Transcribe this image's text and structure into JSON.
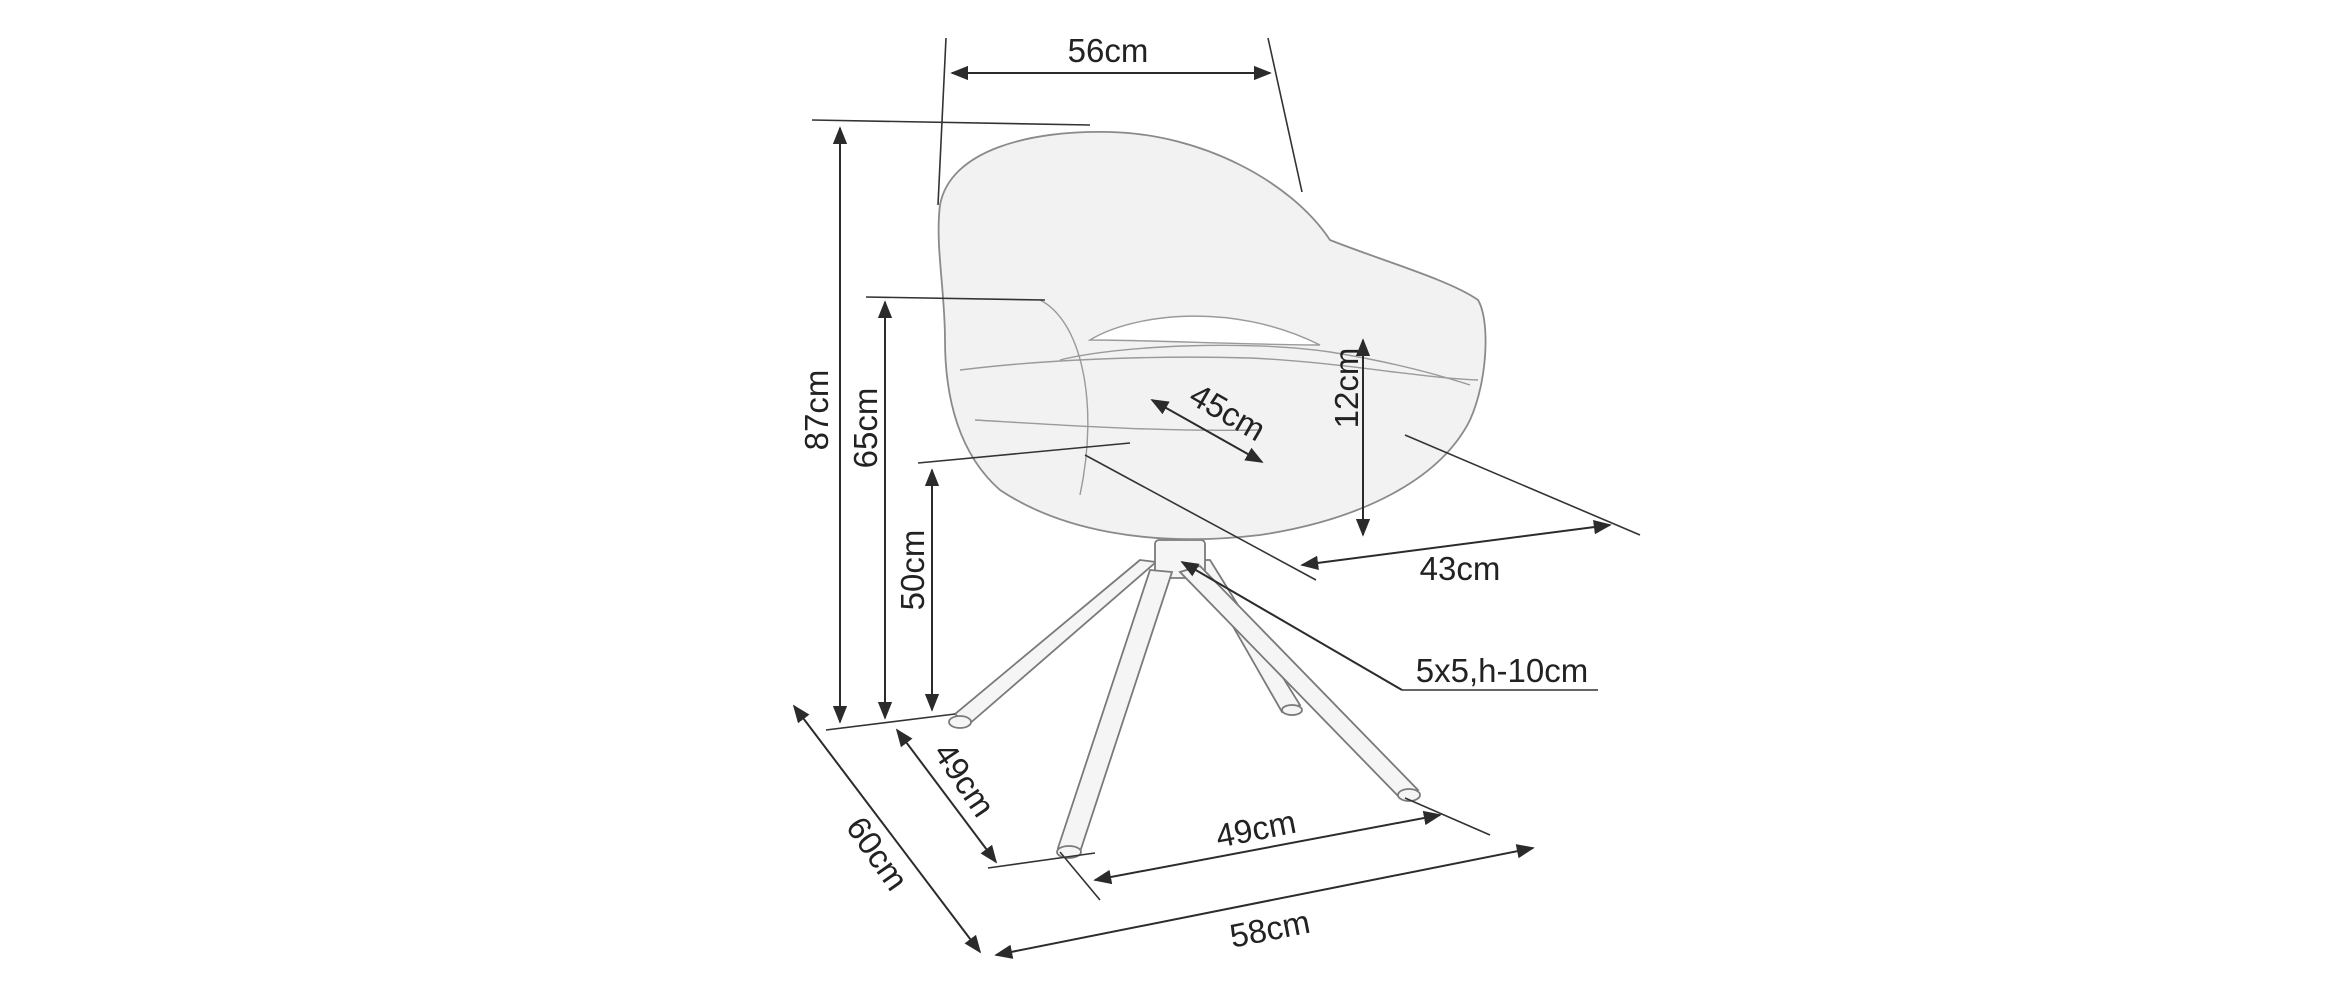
{
  "dimensions": {
    "back_width": "56cm",
    "total_height": "87cm",
    "armrest_height": "65cm",
    "seat_height": "50cm",
    "seat_depth": "45cm",
    "armrest_gap": "12cm",
    "seat_width": "43cm",
    "base_plate": "5x5,h-10cm",
    "leg_depth": "49cm",
    "leg_width": "49cm",
    "total_depth": "60cm",
    "total_width": "58cm"
  }
}
